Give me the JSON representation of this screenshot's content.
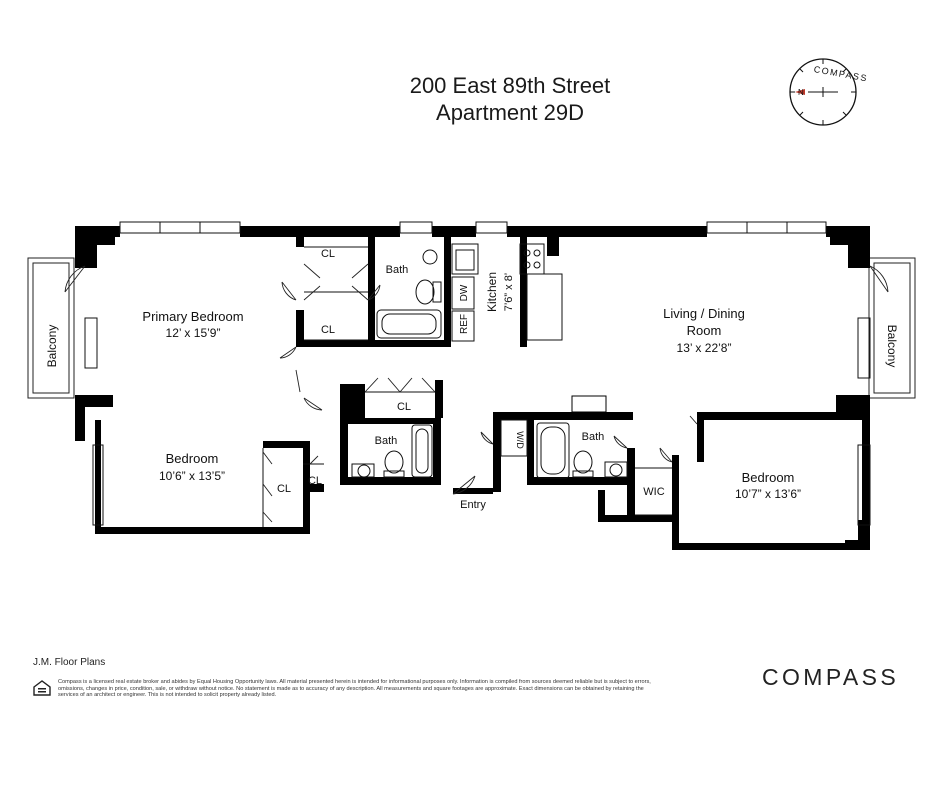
{
  "header": {
    "address": "200 East 89th Street",
    "unit": "Apartment 29D"
  },
  "compass": {
    "ring_text": "COMPASS",
    "north_label": "N"
  },
  "rooms": {
    "primary_bedroom": {
      "name": "Primary Bedroom",
      "dims": "12’ x 15’9”"
    },
    "bedroom_left": {
      "name": "Bedroom",
      "dims": "10’6” x 13’5”"
    },
    "living_dining": {
      "name_line1": "Living / Dining",
      "name_line2": "Room",
      "dims": "13’ x 22’8”"
    },
    "bedroom_right": {
      "name": "Bedroom",
      "dims": "10’7” x 13’6”"
    },
    "kitchen": {
      "name": "Kitchen",
      "dims": "7’6” x 8’"
    },
    "balcony_left": "Balcony",
    "balcony_right": "Balcony",
    "bath_1": "Bath",
    "bath_2": "Bath",
    "bath_3": "Bath",
    "cl_1": "CL",
    "cl_2": "CL",
    "cl_3": "CL",
    "cl_4": "CL",
    "cl_5": "CL",
    "dw": "DW",
    "ref": "REF",
    "wd": "W/D",
    "wic": "WIC",
    "entry": "Entry"
  },
  "footer": {
    "credit": "J.M. Floor Plans",
    "disclaimer": "Compass is a licensed real estate broker and abides by Equal Housing Opportunity laws. All material presented herein is intended for informational purposes only. Information is compiled from sources deemed reliable but is subject to errors, omissions, changes in price, condition, sale, or withdraw without notice. No statement is made as to accuracy of any description. All measurements and square footages are approximate. Exact dimensions can be obtained by retaining the services of an architect or engineer. This is not intended to solicit property already listed.",
    "brand": "COMPASS",
    "eho_icon": "equal-housing-icon"
  },
  "colors": {
    "wall": "#000000",
    "background": "#ffffff",
    "text": "#111111"
  }
}
